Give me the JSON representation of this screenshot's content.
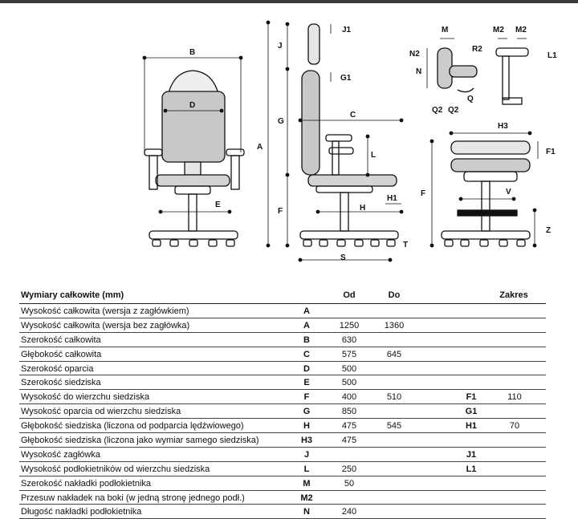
{
  "diagram": {
    "labels": [
      "B",
      "D",
      "E",
      "J",
      "J1",
      "G1",
      "G",
      "A",
      "F",
      "C",
      "L",
      "H1",
      "H",
      "T",
      "S",
      "M",
      "M2",
      "N2",
      "R2",
      "N",
      "L1",
      "Q",
      "Q2",
      "H3",
      "F1",
      "V",
      "Z"
    ]
  },
  "table": {
    "header": {
      "title": "Wymiary całkowite (mm)",
      "od": "Od",
      "do": "Do",
      "zakres": "Zakres"
    },
    "rows": [
      {
        "label": "Wysokość całkowita (wersja z zagłówkiem)",
        "code": "A",
        "od": "",
        "do": "",
        "rcode": "",
        "rval": ""
      },
      {
        "label": "Wysokość całkowita (wersja bez zagłówka)",
        "code": "A",
        "od": "1250",
        "do": "1360",
        "rcode": "",
        "rval": ""
      },
      {
        "label": "Szerokość całkowita",
        "code": "B",
        "od": "630",
        "do": "",
        "rcode": "",
        "rval": ""
      },
      {
        "label": "Głębokość całkowita",
        "code": "C",
        "od": "575",
        "do": "645",
        "rcode": "",
        "rval": ""
      },
      {
        "label": "Szerokość oparcia",
        "code": "D",
        "od": "500",
        "do": "",
        "rcode": "",
        "rval": ""
      },
      {
        "label": "Szerokość siedziska",
        "code": "E",
        "od": "500",
        "do": "",
        "rcode": "",
        "rval": ""
      },
      {
        "label": "Wysokość do wierzchu siedziska",
        "code": "F",
        "od": "400",
        "do": "510",
        "rcode": "F1",
        "rval": "110"
      },
      {
        "label": "Wysokość oparcia od wierzchu siedziska",
        "code": "G",
        "od": "850",
        "do": "",
        "rcode": "G1",
        "rval": ""
      },
      {
        "label": "Głębokość siedziska (liczona od podparcia lędźwiowego)",
        "code": "H",
        "od": "475",
        "do": "545",
        "rcode": "H1",
        "rval": "70"
      },
      {
        "label": "Głębokość siedziska (liczona jako wymiar samego siedziska)",
        "code": "H3",
        "od": "475",
        "do": "",
        "rcode": "",
        "rval": ""
      },
      {
        "label": "Wysokość zagłówka",
        "code": "J",
        "od": "",
        "do": "",
        "rcode": "J1",
        "rval": ""
      },
      {
        "label": "Wysokość podłokietników od wierzchu siedziska",
        "code": "L",
        "od": "250",
        "do": "",
        "rcode": "L1",
        "rval": ""
      },
      {
        "label": "Szerokość nakładki podłokietnika",
        "code": "M",
        "od": "50",
        "do": "",
        "rcode": "",
        "rval": ""
      },
      {
        "label": "Przesuw nakładek na boki (w jedną stronę jednego podł.)",
        "code": "M2",
        "od": "",
        "do": "",
        "rcode": "",
        "rval": ""
      },
      {
        "label": "Długość nakładki podłokietnika",
        "code": "N",
        "od": "240",
        "do": "",
        "rcode": "",
        "rval": ""
      }
    ]
  }
}
